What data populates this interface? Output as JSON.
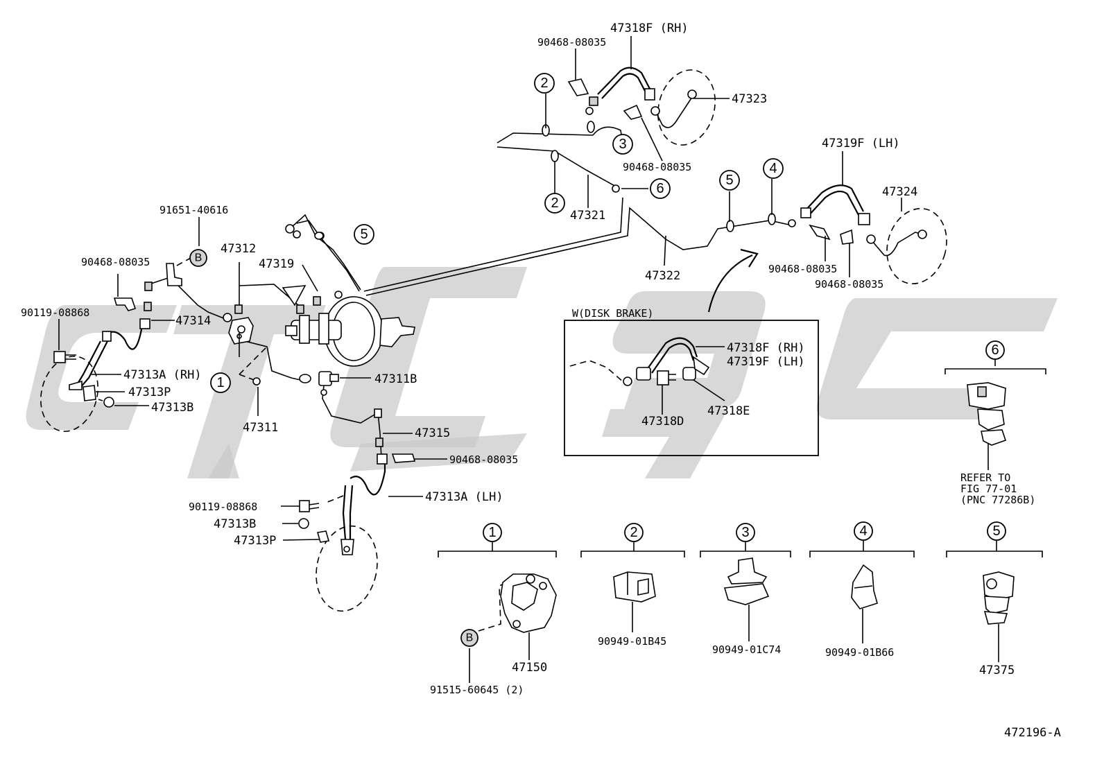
{
  "labels": {
    "p47318F_RH_top": "47318F (RH)",
    "p90468_08035_a": "90468-08035",
    "p47323": "47323",
    "p90468_08035_b": "90468-08035",
    "p47321": "47321",
    "p47319F_LH_top": "47319F (LH)",
    "p47324": "47324",
    "p47322": "47322",
    "p90468_08035_c": "90468-08035",
    "p90468_08035_d": "90468-08035",
    "p91651_40616": "91651-40616",
    "p90468_08035_e": "90468-08035",
    "p47312": "47312",
    "p47319": "47319",
    "p90119_08868_a": "90119-08868",
    "p47314": "47314",
    "p47313A_RH": "47313A (RH)",
    "p47313P_a": "47313P",
    "p47313B_a": "47313B",
    "p47311": "47311",
    "p47311B": "47311B",
    "p47315": "47315",
    "p90468_08035_f": "90468-08035",
    "p47313A_LH": "47313A (LH)",
    "p90119_08868_b": "90119-08868",
    "p47313B_b": "47313B",
    "p47313P_b": "47313P",
    "disk_brake_title": "W(DISK BRAKE)",
    "p47318F_RH_box": "47318F (RH)",
    "p47319F_LH_box": "47319F (LH)",
    "p47318D": "47318D",
    "p47318E": "47318E",
    "refer_1": "REFER TO",
    "refer_2": "FIG 77-01",
    "refer_3": "(PNC 77286B)",
    "p47150": "47150",
    "p91515_60645": "91515-60645 (2)",
    "p90949_01B45": "90949-01B45",
    "p90949_01C74": "90949-01C74",
    "p90949_01B66": "90949-01B66",
    "p47375": "47375",
    "figure_id": "472196-A"
  },
  "callouts": {
    "c1": "1",
    "c2": "2",
    "c3": "3",
    "c4": "4",
    "c5": "5",
    "c6": "6",
    "cB": "B"
  }
}
